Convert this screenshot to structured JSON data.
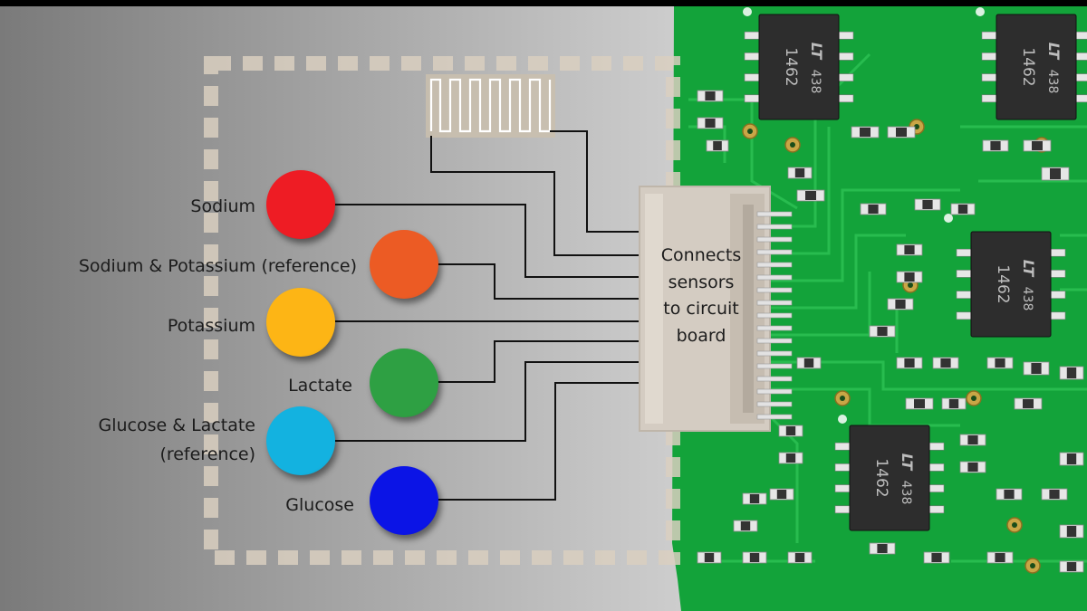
{
  "sensors": [
    {
      "id": "sodium",
      "label": "Sodium",
      "color": "#ee1c24"
    },
    {
      "id": "sodium-potassium-ref",
      "label": "Sodium & Potassium (reference)",
      "color": "#ec5b24"
    },
    {
      "id": "potassium",
      "label": "Potassium",
      "color": "#fdb515"
    },
    {
      "id": "lactate",
      "label": "Lactate",
      "color": "#2ea043"
    },
    {
      "id": "glucose-lactate-ref",
      "label_lines": [
        "Glucose & Lactate",
        "(reference)"
      ],
      "color": "#13b2e0"
    },
    {
      "id": "glucose",
      "label": "Glucose",
      "color": "#0b14e6"
    }
  ],
  "connector": {
    "label_lines": [
      "Connects",
      "sensors",
      "to circuit",
      "board"
    ]
  },
  "chips": {
    "number": "1462",
    "code": "438",
    "logo": "LT"
  },
  "colors": {
    "board_green": "#13a33a",
    "trace_green": "#2bbf52",
    "chip_body": "#2d2d2d",
    "pad_silver": "#e6e6e6",
    "dashed_outline": "#d9cfc0",
    "connector_body": "#d4ccc2"
  }
}
